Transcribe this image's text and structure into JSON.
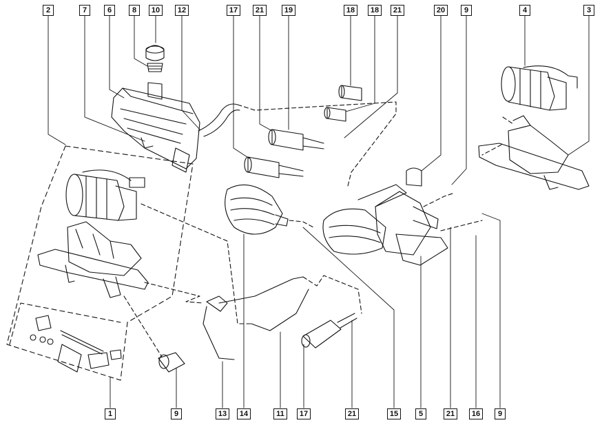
{
  "diagram": {
    "top_labels": [
      "2",
      "7",
      "6",
      "8",
      "10",
      "12",
      "17",
      "21",
      "19",
      "18",
      "18",
      "21",
      "20",
      "9",
      "4",
      "3"
    ],
    "bottom_labels": [
      "1",
      "9",
      "13",
      "14",
      "11",
      "17",
      "21",
      "15",
      "5",
      "21",
      "16",
      "9"
    ]
  },
  "colors": {
    "ink": "#111111",
    "paper": "#ffffff"
  }
}
